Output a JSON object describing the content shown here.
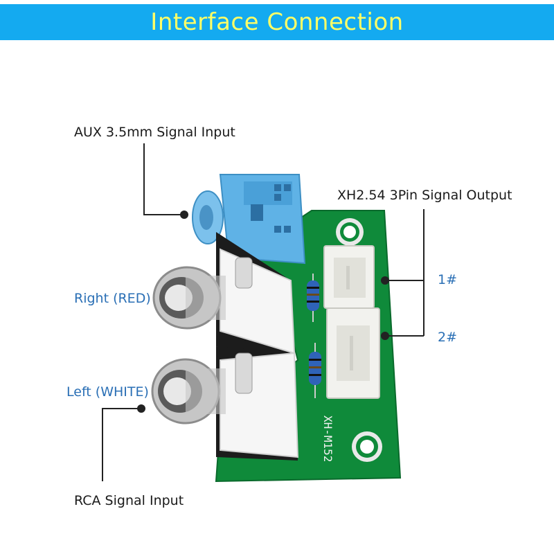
{
  "header": {
    "title": "Interface  Connection"
  },
  "labels": {
    "aux_input": "AUX 3.5mm Signal Input",
    "xh_output": "XH2.54  3Pin Signal Output",
    "pin1": "1#",
    "pin2": "2#",
    "right_red": "Right (RED)",
    "left_white": "Left (WHITE)",
    "rca_input": "RCA Signal Input"
  },
  "board": {
    "silkscreen": "XH-M152"
  },
  "colors": {
    "header_bg": "#14aaf0",
    "header_text": "#ffff66",
    "pcb_green": "#0f8a3a",
    "aux_jack_blue": "#5fb2e6",
    "rca_chrome": "#bfbfbf",
    "label_blue": "#2a6fb5"
  }
}
